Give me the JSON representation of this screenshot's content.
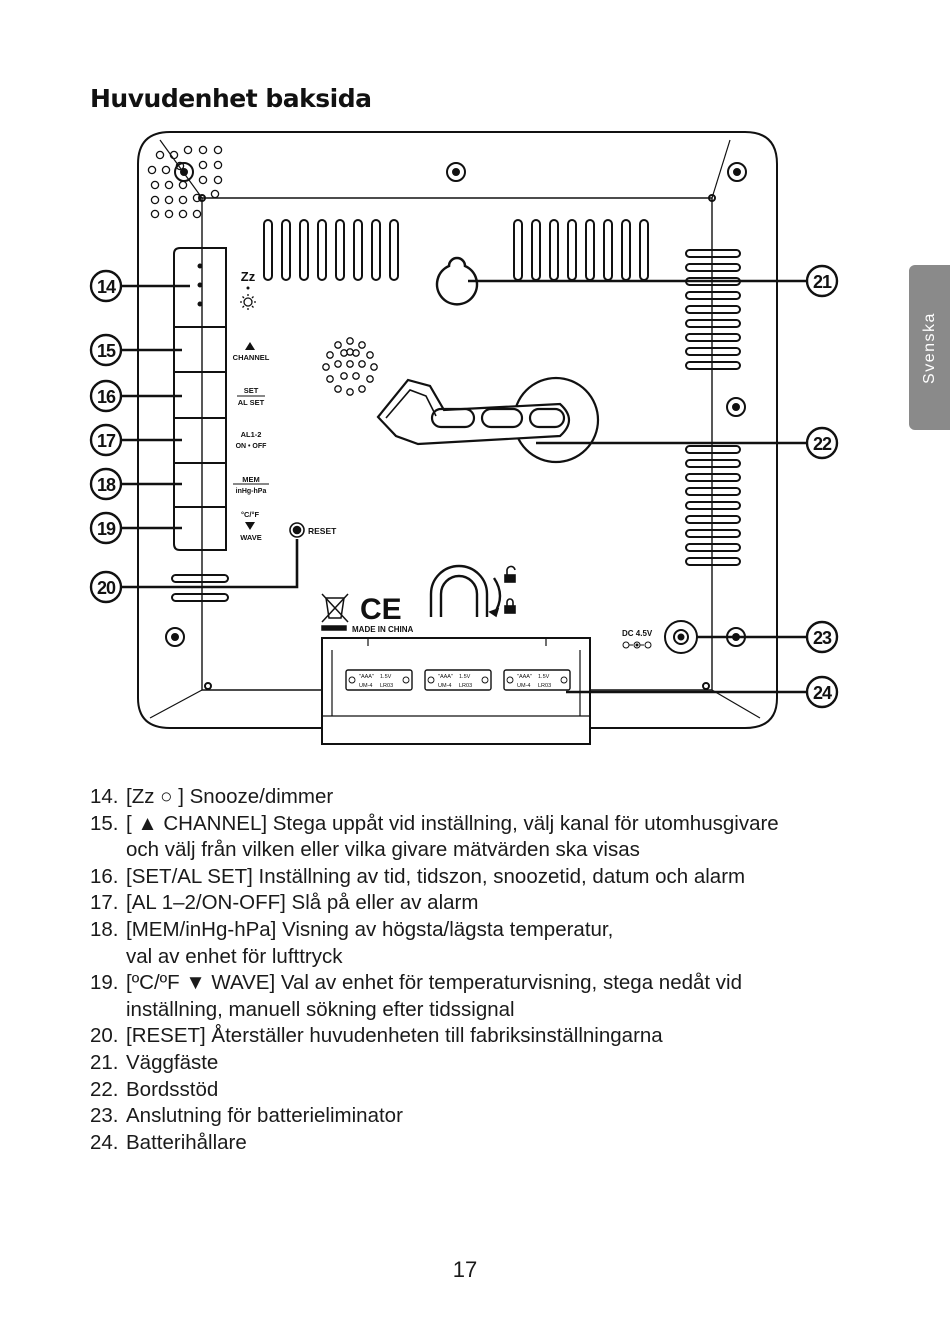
{
  "heading": "Huvudenhet baksida",
  "side_tab": "Svenska",
  "diagram": {
    "callouts": [
      "14",
      "15",
      "16",
      "17",
      "18",
      "19",
      "20",
      "21",
      "22",
      "23",
      "24"
    ],
    "button_labels": {
      "snooze": "Zz",
      "channel": "CHANNEL",
      "set": "SET",
      "al_set": "AL SET",
      "al12": "AL1-2",
      "on_off": "ON • OFF",
      "mem": "MEM",
      "inhg": "inHg-hPa",
      "cf": "°C/°F",
      "wave": "WAVE"
    },
    "reset": "RESET",
    "ce": "CE",
    "made_in": "MADE IN CHINA",
    "dc": "DC 4.5V",
    "battery": {
      "aaa": "\"AAA\"",
      "voltage": "1.5V",
      "type": "UM-4",
      "code": "LR03"
    }
  },
  "parts": [
    {
      "num": "14.",
      "text": "[Zz ○ ] Snooze/dimmer"
    },
    {
      "num": "15.",
      "text": "[ ▲ CHANNEL] Stega uppåt vid inställning, välj kanal för utomhusgivare\noch välj från vilken eller vilka givare mätvärden ska visas"
    },
    {
      "num": "16.",
      "text": "[SET/AL SET] Inställning av tid, tidszon, snoozetid, datum och alarm"
    },
    {
      "num": "17.",
      "text": "[AL 1–2/ON-OFF] Slå på eller av alarm"
    },
    {
      "num": "18.",
      "text": "[MEM/inHg-hPa] Visning av högsta/lägsta temperatur,\nval av enhet för lufttryck"
    },
    {
      "num": "19.",
      "text": "[ºC/ºF ▼ WAVE] Val av enhet för temperaturvisning, stega nedåt vid\ninställning, manuell sökning efter tidssignal"
    },
    {
      "num": "20.",
      "text": "[RESET] Återställer huvudenheten till fabriksinställningarna"
    },
    {
      "num": "21.",
      "text": "Väggfäste"
    },
    {
      "num": "22.",
      "text": "Bordsstöd"
    },
    {
      "num": "23.",
      "text": "Anslutning för batterieliminator"
    },
    {
      "num": "24.",
      "text": "Batterihållare"
    }
  ],
  "page_number": "17"
}
